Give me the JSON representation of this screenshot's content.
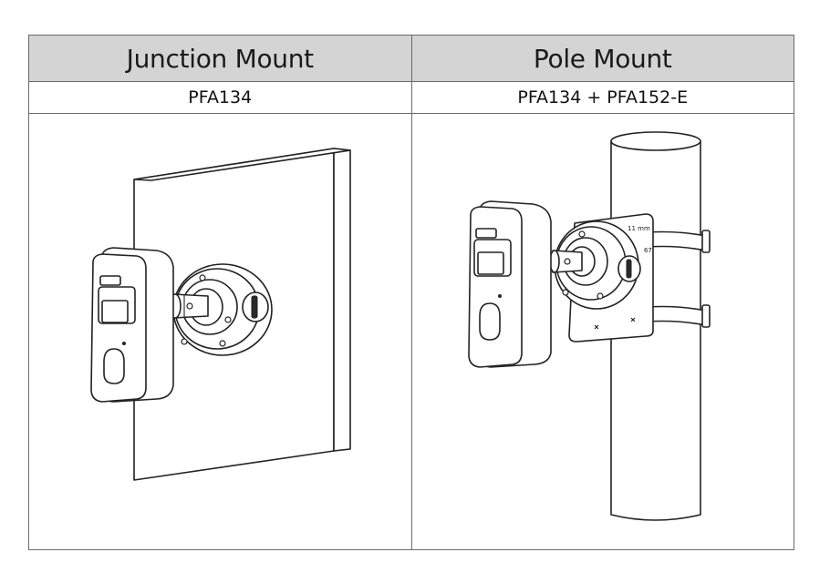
{
  "columns": [
    {
      "title": "Junction Mount",
      "model": "PFA134",
      "illustration": "camera-on-wall-junction-box"
    },
    {
      "title": "Pole Mount",
      "model": "PFA134 + PFA152-E",
      "illustration": "camera-on-pole-with-bracket"
    }
  ],
  "bracket_labels": [
    "11 mm",
    "67"
  ]
}
